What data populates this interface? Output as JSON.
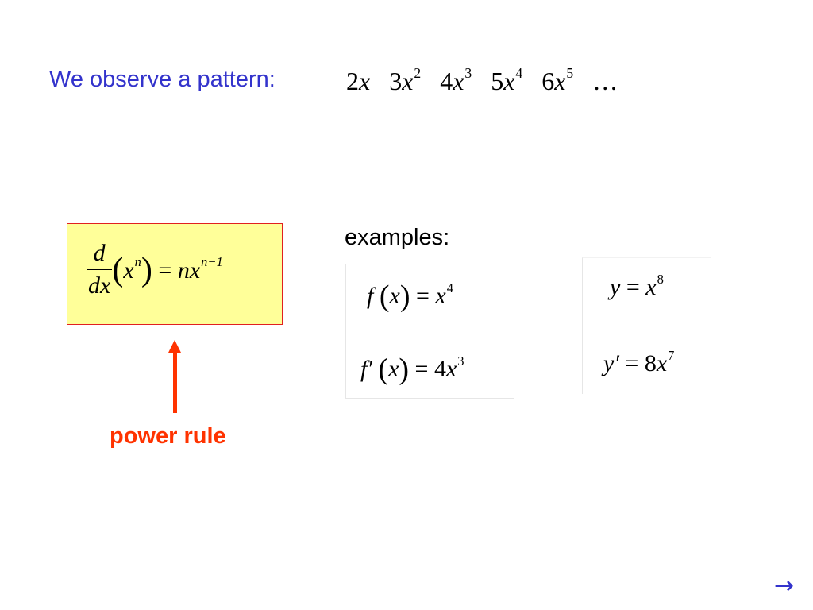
{
  "pattern_label": "We observe a pattern:",
  "pattern_terms": [
    {
      "coef": "2",
      "var": "x",
      "exp": ""
    },
    {
      "coef": "3",
      "var": "x",
      "exp": "2"
    },
    {
      "coef": "4",
      "var": "x",
      "exp": "3"
    },
    {
      "coef": "5",
      "var": "x",
      "exp": "4"
    },
    {
      "coef": "6",
      "var": "x",
      "exp": "5"
    }
  ],
  "pattern_ellipsis": "…",
  "rule": {
    "d": "d",
    "dx": "dx",
    "lparen": "(",
    "rparen": ")",
    "base": "x",
    "base_exp": "n",
    "equals": "=",
    "result": "nx",
    "result_exp": "n−1"
  },
  "power_rule_label": "power rule",
  "examples_label": "examples:",
  "example1": {
    "f_lhs": "f",
    "f_arg": "x",
    "f_rhs_base": "x",
    "f_rhs_exp": "4",
    "fp_lhs": "f′",
    "fp_arg": "x",
    "fp_rhs_coef": "4",
    "fp_rhs_base": "x",
    "fp_rhs_exp": "3"
  },
  "example2": {
    "y_lhs": "y",
    "y_rhs_base": "x",
    "y_rhs_exp": "8",
    "yp_lhs": "y′",
    "yp_rhs_coef": "8",
    "yp_rhs_base": "x",
    "yp_rhs_exp": "7"
  },
  "symbols": {
    "equals": "=",
    "lparen": "(",
    "rparen": ")"
  },
  "nav": {
    "next": "→"
  },
  "colors": {
    "label_blue": "#3333cc",
    "rule_red": "#ff3300",
    "box_fill": "#ffff99",
    "box_border": "#e02020"
  }
}
